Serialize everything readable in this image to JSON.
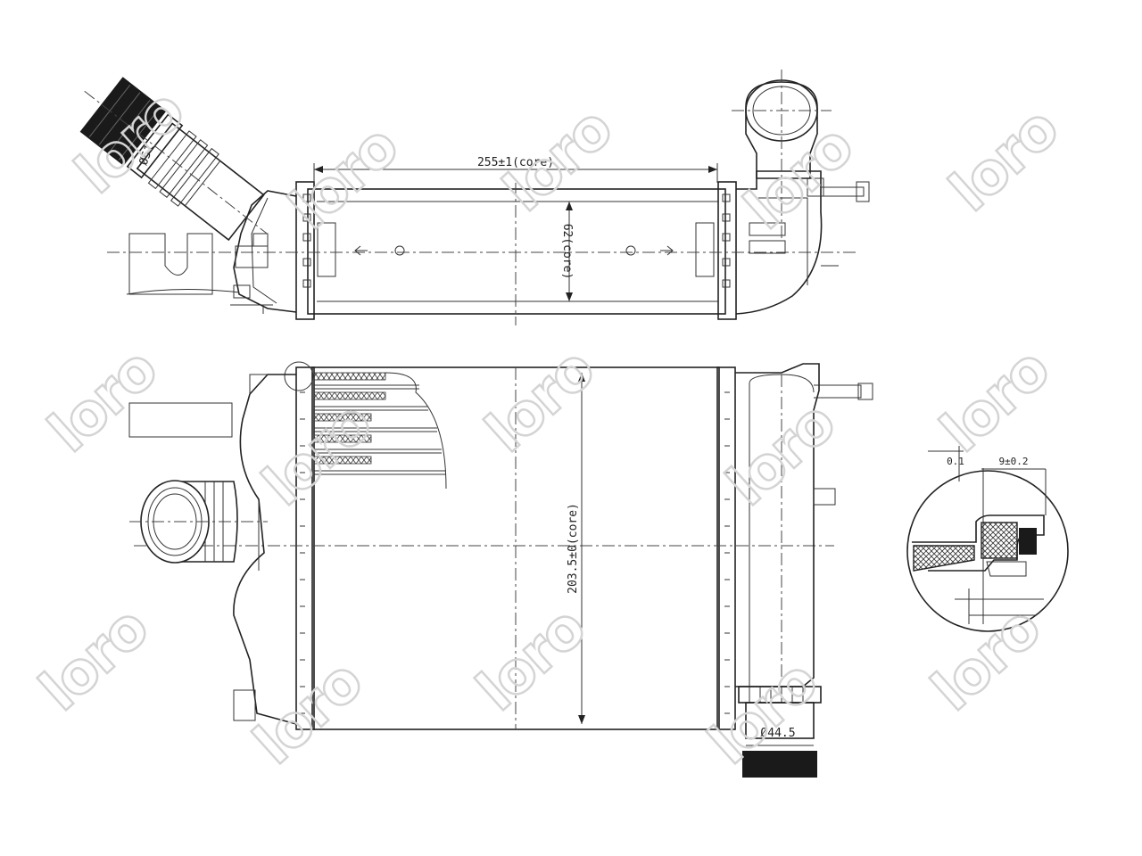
{
  "watermark": {
    "brand_text": "loro"
  },
  "dimensions": {
    "top_core_width": "255±1(core)",
    "top_core_depth": "62(core)",
    "inlet_diameter": "Ø51",
    "front_core_height": "203.5±0(core)",
    "outlet_diameter": "Ø44.5",
    "detail_gap": "0.1",
    "detail_clearance": "9±0.2"
  }
}
